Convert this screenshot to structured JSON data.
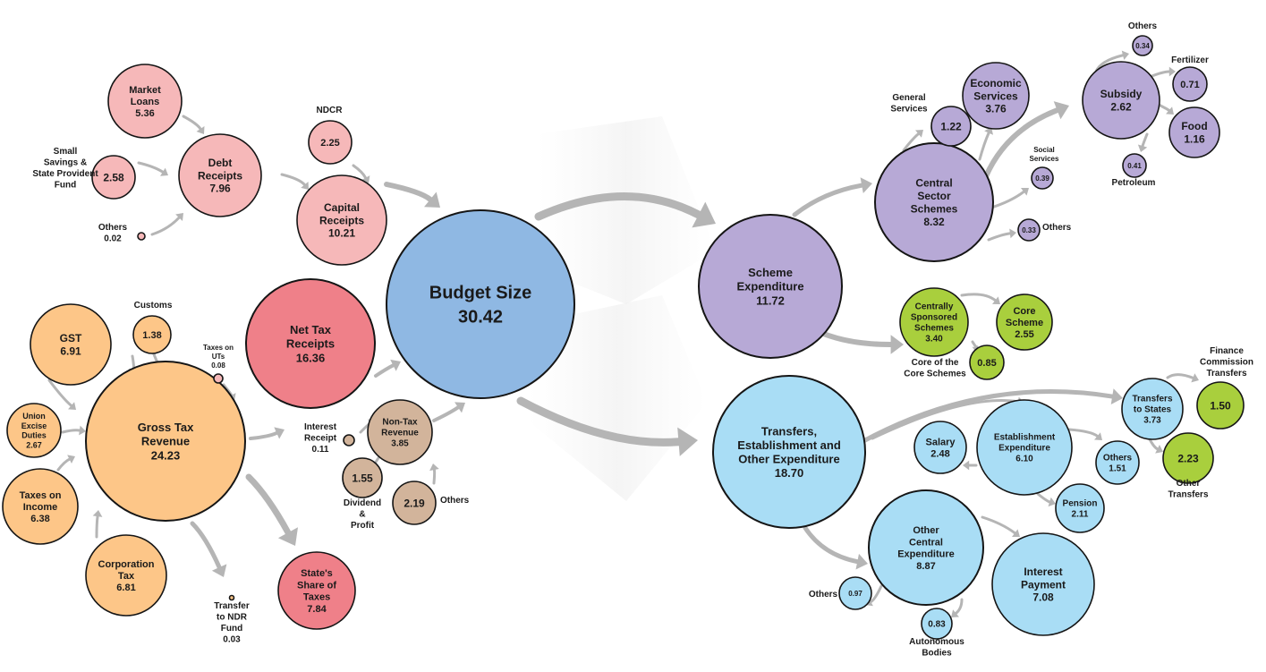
{
  "colors": {
    "receipts": "#f6b8b9",
    "tax_receipts": "#ef8089",
    "tax": "#fdc688",
    "non_tax": "#d2b49b",
    "budget": "#8fb8e3",
    "scheme": "#b7a9d6",
    "green": "#a9cf3d",
    "transfers": "#a9ddf5",
    "arrow": "#b5b5b5",
    "stroke": "#151515"
  },
  "nodes": [
    {
      "id": "budget",
      "lines": [
        "Budget Size",
        "30.42"
      ],
      "color": "budget",
      "big": true
    },
    {
      "id": "capital",
      "lines": [
        "Capital",
        "Receipts",
        "10.21"
      ],
      "color": "receipts"
    },
    {
      "id": "debt",
      "lines": [
        "Debt",
        "Receipts",
        "7.96"
      ],
      "color": "receipts"
    },
    {
      "id": "market",
      "lines": [
        "Market",
        "Loans",
        "5.36"
      ],
      "color": "receipts"
    },
    {
      "id": "small",
      "lines": [
        "2.58"
      ],
      "color": "receipts"
    },
    {
      "id": "others_cap",
      "lines": [],
      "color": "receipts"
    },
    {
      "id": "ndcr",
      "lines": [
        "2.25"
      ],
      "color": "receipts"
    },
    {
      "id": "nettax",
      "lines": [
        "Net Tax",
        "Receipts",
        "16.36"
      ],
      "color": "tax_receipts"
    },
    {
      "id": "states_share",
      "lines": [
        "State's",
        "Share of",
        "Taxes",
        "7.84"
      ],
      "color": "tax_receipts"
    },
    {
      "id": "gross",
      "lines": [
        "Gross Tax",
        "Revenue",
        "24.23"
      ],
      "color": "tax"
    },
    {
      "id": "gst",
      "lines": [
        "GST",
        "6.91"
      ],
      "color": "tax"
    },
    {
      "id": "customs",
      "lines": [
        "1.38"
      ],
      "color": "tax"
    },
    {
      "id": "union",
      "lines": [
        "Union",
        "Excise",
        "Duties",
        "2.67"
      ],
      "color": "tax"
    },
    {
      "id": "income",
      "lines": [
        "Taxes on",
        "Income",
        "6.38"
      ],
      "color": "tax"
    },
    {
      "id": "corp",
      "lines": [
        "Corporation",
        "Tax",
        "6.81"
      ],
      "color": "tax"
    },
    {
      "id": "uts",
      "lines": [],
      "color": "receipts"
    },
    {
      "id": "ndr",
      "lines": [],
      "color": "tax"
    },
    {
      "id": "nontax",
      "lines": [
        "Non-Tax",
        "Revenue",
        "3.85"
      ],
      "color": "non_tax"
    },
    {
      "id": "interest_r",
      "lines": [],
      "color": "non_tax"
    },
    {
      "id": "dividend",
      "lines": [
        "1.55"
      ],
      "color": "non_tax"
    },
    {
      "id": "others_nt",
      "lines": [
        "2.19"
      ],
      "color": "non_tax"
    },
    {
      "id": "scheme",
      "lines": [
        "Scheme",
        "Expenditure",
        "11.72"
      ],
      "color": "scheme"
    },
    {
      "id": "central",
      "lines": [
        "Central",
        "Sector",
        "Schemes",
        "8.32"
      ],
      "color": "scheme"
    },
    {
      "id": "general",
      "lines": [
        "1.22"
      ],
      "color": "scheme"
    },
    {
      "id": "economic",
      "lines": [
        "Economic",
        "Services",
        "3.76"
      ],
      "color": "scheme"
    },
    {
      "id": "social",
      "lines": [
        "0.39"
      ],
      "color": "scheme"
    },
    {
      "id": "others_cs",
      "lines": [
        "0.33"
      ],
      "color": "scheme"
    },
    {
      "id": "subsidy",
      "lines": [
        "Subsidy",
        "2.62"
      ],
      "color": "scheme"
    },
    {
      "id": "others_sub",
      "lines": [
        "0.34"
      ],
      "color": "scheme"
    },
    {
      "id": "fertilizer",
      "lines": [
        "0.71"
      ],
      "color": "scheme"
    },
    {
      "id": "food",
      "lines": [
        "Food",
        "1.16"
      ],
      "color": "scheme"
    },
    {
      "id": "petroleum",
      "lines": [
        "0.41"
      ],
      "color": "scheme"
    },
    {
      "id": "css",
      "lines": [
        "Centrally",
        "Sponsored",
        "Schemes",
        "3.40"
      ],
      "color": "green"
    },
    {
      "id": "core",
      "lines": [
        "Core",
        "Scheme",
        "2.55"
      ],
      "color": "green"
    },
    {
      "id": "core_core",
      "lines": [
        "0.85"
      ],
      "color": "green"
    },
    {
      "id": "transfers",
      "lines": [
        "Transfers,",
        "Establishment and",
        "Other Expenditure",
        "18.70"
      ],
      "color": "transfers"
    },
    {
      "id": "t_states",
      "lines": [
        "Transfers",
        "to States",
        "3.73"
      ],
      "color": "transfers"
    },
    {
      "id": "fincom",
      "lines": [
        "1.50"
      ],
      "color": "green"
    },
    {
      "id": "other_trans",
      "lines": [
        "2.23"
      ],
      "color": "green"
    },
    {
      "id": "establishment",
      "lines": [
        "Establishment",
        "Expenditure",
        "6.10"
      ],
      "color": "transfers"
    },
    {
      "id": "salary",
      "lines": [
        "Salary",
        "2.48"
      ],
      "color": "transfers"
    },
    {
      "id": "others_est",
      "lines": [
        "Others",
        "1.51"
      ],
      "color": "transfers"
    },
    {
      "id": "pension",
      "lines": [
        "Pension",
        "2.11"
      ],
      "color": "transfers"
    },
    {
      "id": "other_central",
      "lines": [
        "Other",
        "Central",
        "Expenditure",
        "8.87"
      ],
      "color": "transfers"
    },
    {
      "id": "others_oc",
      "lines": [
        "0.97"
      ],
      "color": "transfers"
    },
    {
      "id": "autonomous",
      "lines": [
        "0.83"
      ],
      "color": "transfers"
    },
    {
      "id": "interest_p",
      "lines": [
        "Interest",
        "Payment",
        "7.08"
      ],
      "color": "transfers"
    }
  ],
  "labels": [
    {
      "id": "small_lbl",
      "lines": [
        "Small",
        "Savings &",
        "State Provident",
        "Fund"
      ]
    },
    {
      "id": "others_cap_lbl",
      "lines": [
        "Others",
        "0.02"
      ]
    },
    {
      "id": "ndcr_lbl",
      "lines": [
        "NDCR"
      ]
    },
    {
      "id": "customs_lbl",
      "lines": [
        "Customs"
      ]
    },
    {
      "id": "uts_lbl",
      "lines": [
        "Taxes on",
        "UTs",
        "0.08"
      ]
    },
    {
      "id": "ndr_lbl",
      "lines": [
        "Transfer",
        "to NDR",
        "Fund",
        "0.03"
      ]
    },
    {
      "id": "interest_r_lbl",
      "lines": [
        "Interest",
        "Receipt",
        "0.11"
      ]
    },
    {
      "id": "dividend_lbl",
      "lines": [
        "Dividend",
        "&",
        "Profit"
      ]
    },
    {
      "id": "others_nt_lbl",
      "lines": [
        "Others"
      ]
    },
    {
      "id": "general_lbl",
      "lines": [
        "General",
        "Services"
      ]
    },
    {
      "id": "social_lbl",
      "lines": [
        "Social",
        "Services"
      ]
    },
    {
      "id": "others_cs_lbl",
      "lines": [
        "Others"
      ]
    },
    {
      "id": "others_sub_lbl",
      "lines": [
        "Others"
      ]
    },
    {
      "id": "fertilizer_lbl",
      "lines": [
        "Fertilizer"
      ]
    },
    {
      "id": "petroleum_lbl",
      "lines": [
        "Petroleum"
      ]
    },
    {
      "id": "core_core_lbl",
      "lines": [
        "Core of the",
        "Core Schemes"
      ]
    },
    {
      "id": "fincom_lbl",
      "lines": [
        "Finance",
        "Commission",
        "Transfers"
      ]
    },
    {
      "id": "other_trans_lbl",
      "lines": [
        "Other",
        "Transfers"
      ]
    },
    {
      "id": "others_oc_lbl",
      "lines": [
        "Others"
      ]
    },
    {
      "id": "autonomous_lbl",
      "lines": [
        "Autonomous",
        "Bodies"
      ]
    }
  ]
}
